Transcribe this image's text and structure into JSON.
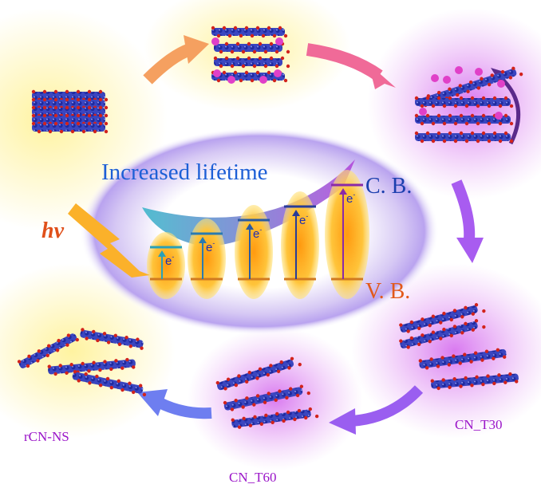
{
  "title": "Increased lifetime",
  "band_labels": {
    "conduction": "C. B.",
    "valence": "V. B."
  },
  "photon_label": "hν",
  "electron_label": "e-",
  "samples": [
    {
      "id": "rCN-NS",
      "label": "rCN-NS"
    },
    {
      "id": "CN_T60",
      "label": "CN_T60"
    },
    {
      "id": "CN_T30",
      "label": "CN_T30"
    }
  ],
  "band_gap_levels": [
    1,
    2,
    3,
    4,
    5
  ],
  "colors": {
    "title": "#1d5fd6",
    "cb": "#1b3fae",
    "vb": "#e2591a",
    "sample_label": "#9a14c8",
    "photon": "#f07a10",
    "sheet": "#2b3bb0",
    "sheet_edge": "#d2231c",
    "ion": "#e040c8"
  }
}
